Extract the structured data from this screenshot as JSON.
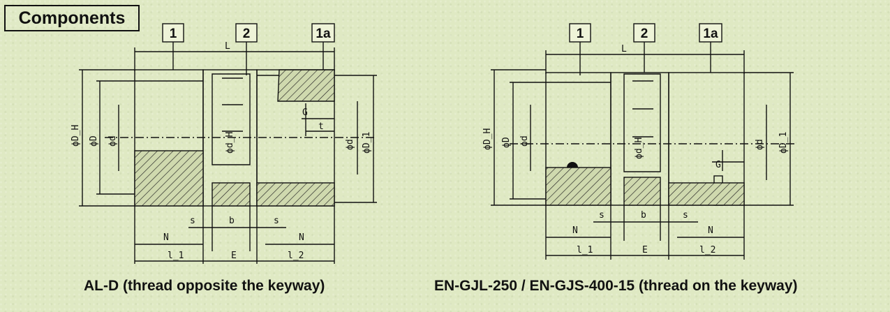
{
  "header": {
    "title": "Components"
  },
  "diagrams": [
    {
      "caption": "AL-D (thread opposite the keyway)",
      "callouts": [
        "1",
        "2",
        "1a"
      ],
      "labels": {
        "L": "L",
        "phi_DH": "ϕD_H",
        "phi_D": "ϕD",
        "phi_d_left": "ϕd",
        "phi_dH": "ϕd_H",
        "phi_d_right": "ϕd",
        "phi_D1": "ϕD_1",
        "G": "G",
        "t": "t",
        "N_left": "N",
        "s_left": "s",
        "b": "b",
        "s_right": "s",
        "N_right": "N",
        "l1": "l_1",
        "E": "E",
        "l2": "l_2"
      }
    },
    {
      "caption": "EN-GJL-250 / EN-GJS-400-15 (thread on the keyway)",
      "callouts": [
        "1",
        "2",
        "1a"
      ],
      "labels": {
        "L": "L",
        "phi_DH": "ϕD_H",
        "phi_D": "ϕD",
        "phi_d_left": "ϕd",
        "phi_dH": "ϕd_H",
        "phi_d_right": "ϕd",
        "phi_D1": "ϕD_1",
        "G": "G",
        "N_left": "N",
        "s_left": "s",
        "b": "b",
        "s_right": "s",
        "N_right": "N",
        "l1": "l_1",
        "E": "E",
        "l2": "l_2"
      }
    }
  ]
}
